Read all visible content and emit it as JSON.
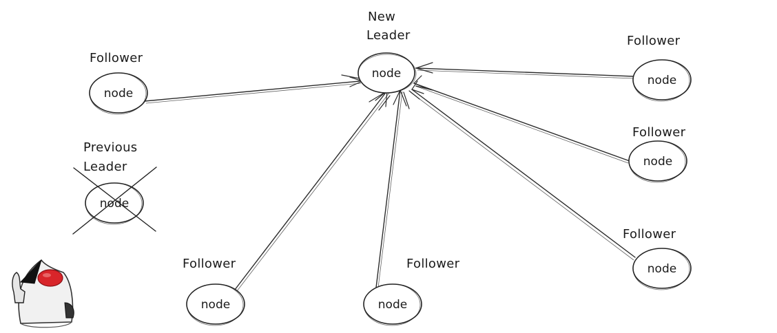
{
  "nodes": {
    "leader": {
      "text": "node",
      "label1": "New",
      "label2": "Leader"
    },
    "follower_top_left": {
      "text": "node",
      "label": "Follower"
    },
    "previous_leader": {
      "text": "node",
      "label1": "Previous",
      "label2": "Leader"
    },
    "follower_bottom_left": {
      "text": "node",
      "label": "Follower"
    },
    "follower_bottom_mid": {
      "text": "node",
      "label": "Follower"
    },
    "follower_top_right": {
      "text": "node",
      "label": "Follower"
    },
    "follower_mid_right": {
      "text": "node",
      "label": "Follower"
    },
    "follower_bottom_right": {
      "text": "node",
      "label": "Follower"
    }
  },
  "mascot": {
    "name": "duke-mascot"
  }
}
